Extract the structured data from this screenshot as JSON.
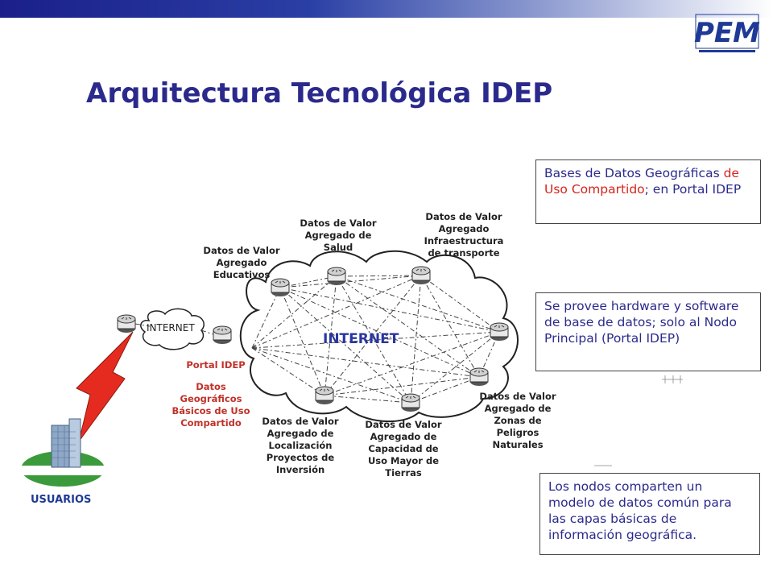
{
  "header": {
    "title": "Arquitectura Tecnológica IDEP",
    "logo_text": "PEM"
  },
  "network": {
    "small_cloud_label": "INTERNET",
    "main_cloud_label": "INTERNET"
  },
  "nodes": {
    "educativos": "Datos de Valor Agregado Educativos",
    "salud": "Datos de Valor Agregado de Salud",
    "transporte": "Datos de Valor Agregado Infraestructura de transporte",
    "peligros": "Datos de Valor Agregado de Zonas de Peligros Naturales",
    "tierras": "Datos de Valor Agregado de Capacidad de Uso Mayor de Tierras",
    "inversion": "Datos de Valor Agregado de Localización Proyectos de Inversión"
  },
  "portal": {
    "title": "Portal IDEP",
    "subtitle": "Datos Geográficos Básicos de Uso Compartido"
  },
  "users_label": "USUARIOS",
  "boxes": {
    "box1_part1": "Bases de Datos Geográficas ",
    "box1_part2": "de Uso Compartido",
    "box1_part3": "; en Portal IDEP",
    "box2": "Se provee hardware y software de base de datos; solo al Nodo Principal (Portal IDEP)",
    "box3": "Los nodos comparten un modelo de datos común para las capas básicas de información geográfica."
  },
  "colors": {
    "title": "#2b2a8c",
    "highlight": "#d4241c",
    "lightning": "#e52b1f",
    "box_text": "#2b2a8c"
  }
}
